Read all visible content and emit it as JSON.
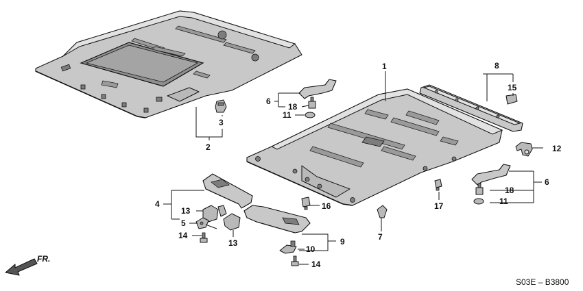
{
  "callouts": {
    "c1": "1",
    "c2": "2",
    "c3": "3",
    "c4": "4",
    "c5": "5",
    "c6a": "6",
    "c6b": "6",
    "c7": "7",
    "c8": "8",
    "c9": "9",
    "c10": "10",
    "c11a": "11",
    "c11b": "11",
    "c12": "12",
    "c13a": "13",
    "c13b": "13",
    "c14a": "14",
    "c14b": "14",
    "c15": "15",
    "c16": "16",
    "c17": "17",
    "c18a": "18",
    "c18b": "18"
  },
  "front_label": "FR.",
  "diagram_code": "S03E – B3800",
  "colors": {
    "part_fill": "#c8c8c8",
    "outline": "#111111"
  }
}
